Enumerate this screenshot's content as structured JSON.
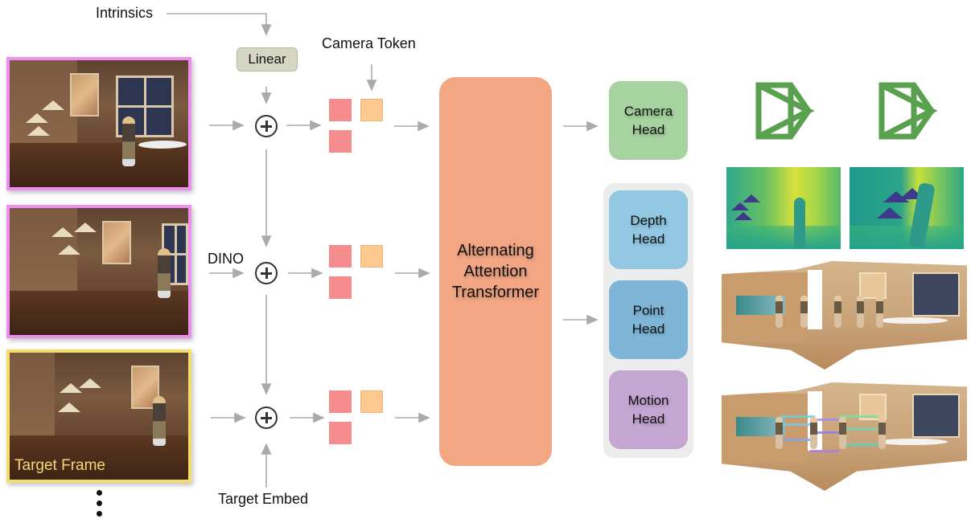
{
  "inputs": {
    "intrinsics_label": "Intrinsics",
    "dino_label": "DINO",
    "camera_token_label": "Camera Token",
    "target_embed_label": "Target Embed",
    "linear_label": "Linear",
    "frames": [
      {
        "name": "input-frame-1",
        "border_color": "#ee8ef0",
        "caption": ""
      },
      {
        "name": "input-frame-2",
        "border_color": "#ee8ef0",
        "caption": ""
      },
      {
        "name": "target-frame",
        "border_color": "#f4dd6a",
        "caption": "Target Frame"
      }
    ],
    "ellipsis": "⋮"
  },
  "tokens": {
    "patch_color": "#f48c8d",
    "camera_color": "#fdc98f"
  },
  "transformer": {
    "line1": "Alternating",
    "line2": "Attention",
    "line3": "Transformer",
    "color": "#f2a683"
  },
  "heads": {
    "camera": {
      "line1": "Camera",
      "line2": "Head",
      "color": "#a6d39f"
    },
    "depth": {
      "line1": "Depth",
      "line2": "Head",
      "color": "#93c8e2"
    },
    "point": {
      "line1": "Point",
      "line2": "Head",
      "color": "#7fb6d8"
    },
    "motion": {
      "line1": "Motion",
      "line2": "Head",
      "color": "#c5a6d2"
    }
  },
  "outputs": {
    "camera_icons": [
      "camera-frustum-icon",
      "camera-frustum-icon"
    ],
    "camera_icon_color": "#5aa14f",
    "depth_maps": 2,
    "point_clouds": [
      "point-cloud-reconstruction",
      "motion-trajectory-reconstruction"
    ]
  }
}
